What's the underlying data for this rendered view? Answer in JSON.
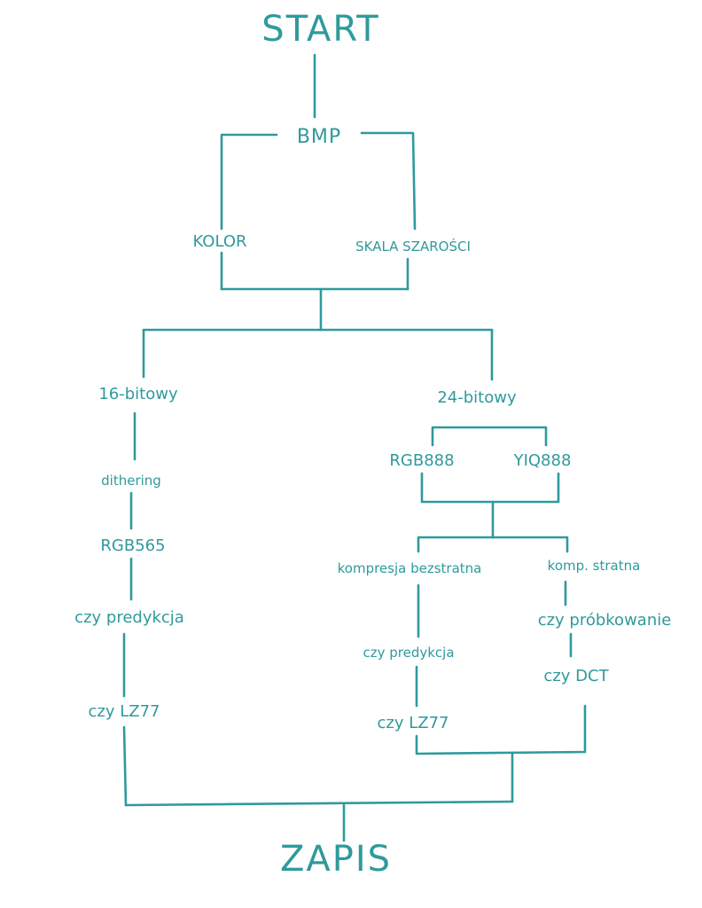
{
  "nodes": {
    "start": "START",
    "bmp": "BMP",
    "kolor": "KOLOR",
    "skala": "SKALA SZAROŚCI",
    "bit16": "16-bitowy",
    "bit24": "24-bitowy",
    "dithering": "dithering",
    "rgb565": "RGB565",
    "predykcja_left": "czy predykcja",
    "lz77_left": "czy LZ77",
    "rgb888": "RGB888",
    "yiq888": "YIQ888",
    "bezstratna": "kompresja bezstratna",
    "stratna": "komp. stratna",
    "predykcja_right": "czy predykcja",
    "lz77_right": "czy LZ77",
    "probkowanie": "czy próbkowanie",
    "dct": "czy DCT",
    "zapis": "ZAPIS"
  },
  "colors": {
    "accent": "#2f9a9c"
  }
}
